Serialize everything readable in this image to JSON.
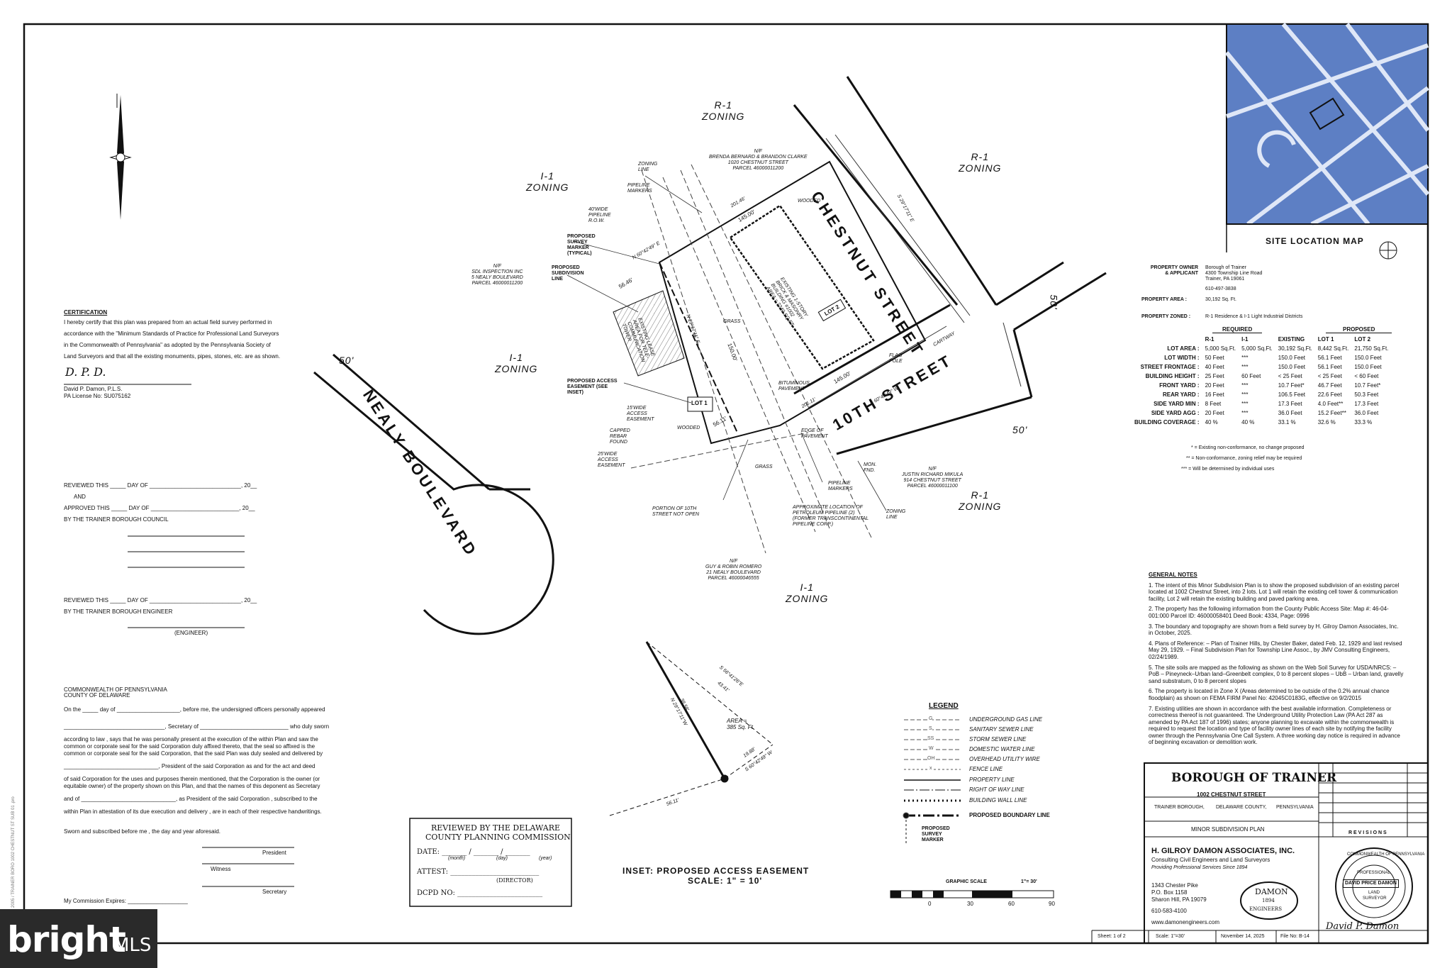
{
  "zoning": {
    "r1_top": "R-1\nZONING",
    "r1_top_a": "R-1",
    "r1_top_b": "ZONING",
    "i1_left_a": "I-1",
    "i1_left_b": "ZONING",
    "i1_mid_a": "I-1",
    "i1_mid_b": "ZONING",
    "r1_right_a": "R-1",
    "r1_right_b": "ZONING",
    "r1_lower_a": "R-1",
    "r1_lower_b": "ZONING",
    "i1_bottom_a": "I-1",
    "i1_bottom_b": "ZONING"
  },
  "streets": {
    "chestnut": "CHESTNUT  STREET",
    "tenth": "10TH  STREET",
    "nealy": "NEALY BOULEVARD",
    "width_left": "50'",
    "width_right_top": "50'",
    "width_right_bottom": "50'"
  },
  "plan_labels": {
    "lot1": "LOT 1",
    "lot2": "LOT 2",
    "building": "EXISTING 1-STORY\nBRICK & MASONRY\nBUILDING #1002\nAREA = 7240 SQ.FT.",
    "dim_201": "201.46'",
    "dim_145a": "145.00'",
    "dim_145b": "145.00'",
    "dim_201b": "201.11'",
    "dim_56a": "56.46'",
    "dim_56b": "56.11'",
    "dim_150": "150.00'",
    "bearing_chestnut": "S 29°17'11\" E",
    "bearing_tenth": "S 60°42'49\" W",
    "bearing_mid": "N 29°17'11\" E",
    "bearing_top": "N 60°42'49\" E",
    "grass": "GRASS",
    "wooded": "WOODED",
    "bitum": "BITUMINOUS\nPAVEMENT",
    "flag": "FLAG\nPOLE",
    "cartway": "CARTWAY",
    "mon": "MON.\nFND.",
    "easement_lease": "EXISTING LEASE\nAREA FOR TELE-\nCOMMUNICATION\nTOWER",
    "note_zoning_line": "ZONING\nLINE",
    "note_pipeline_markers": "PIPELINE\nMARKERS",
    "note_40_pipeline": "40'WIDE\nPIPELINE\nR.O.W.",
    "note_survey_marker": "PROPOSED\nSURVEY\nMARKER\n(TYPICAL)",
    "note_subdivision_line": "PROPOSED\nSUBDIVISION\nLINE",
    "note_access_easement": "PROPOSED ACCESS\nEASEMENT (SEE\nINSET)",
    "note_15_access": "15'WIDE\nACCESS\nEASEMENT",
    "note_capped_rebar": "CAPPED\nREBAR\nFOUND",
    "note_25_access": "25'WIDE\nACCESS\nEASEMENT",
    "note_portion_10th": "PORTION OF 10TH\nSTREET NOT OPEN",
    "note_edge_pavement": "EDGE OF\nPAVEMENT",
    "note_pipeline_markers2": "PIPELINE\nMARKERS",
    "note_approx_pipeline": "APPROXIMATE LOCATION OF\nPETROLEUM PIPELINE (2)\n(FORMER TRANSCONTINENTAL\nPIPELINE CORP.)",
    "note_zoning_line2": "ZONING\nLINE",
    "nf_top": "N/F\nBRENDA BERNARD & BRANDON CLARKE\n1020 CHESTNUT STREET\nPARCEL 46000011200",
    "nf_left": "N/F\nSDL INSPECTION INC\n5 NEALY BOULEVARD\nPARCEL 46000011200",
    "nf_right": "N/F\nJUSTIN RICHARD MIKULA\n914 CHESTNUT STREET\nPARCEL 46000011100",
    "nf_bottom": "N/F\nGUY & ROBIN ROMERO\n21 NEALY BOULEVARD\nPARCEL 46000046555"
  },
  "inset": {
    "title": "INSET:  PROPOSED ACCESS EASEMENT",
    "scale": "SCALE:  1\" = 10'",
    "area": "AREA =\n385 Sq. Ft.",
    "b1": "S 56°41'26\"E",
    "d1": "43.41'",
    "b2": "S 60°42'49\" W",
    "d2": "19.88'",
    "b3": "N 29°17'11\"W",
    "d3": "38.58'",
    "d4": "56.11'"
  },
  "certification": {
    "title": "CERTIFICATION",
    "lines": [
      "I hereby certify that this plan was prepared from an actual field survey performed in",
      "accordance with the \"Minimum Standards of Practice for Professional Land Surveyors",
      "in the Commonwealth of Pennsylvania\" as adopted by the Pennsylvania Society of",
      "Land Surveyors and that all the existing monuments, pipes, stones, etc. are as shown."
    ],
    "signer": "David P. Damon, P.L.S.",
    "license": "PA License No: SU075162"
  },
  "review": {
    "l1": "REVIEWED THIS _____ DAY OF _____________________________, 20__",
    "l2": "AND",
    "l3": "APPROVED THIS _____ DAY OF ____________________________, 20__",
    "l4": "BY THE TRAINER BOROUGH COUNCIL",
    "l5": "REVIEWED THIS _____ DAY OF _____________________________, 20__",
    "l6": "BY THE TRAINER BOROUGH ENGINEER",
    "engineer": "(ENGINEER)"
  },
  "notary": {
    "l1": "COMMONWEALTH OF PENNSYLVANIA",
    "l2": "COUNTY OF DELAWARE",
    "p1": "On the _____ day of ____________________, before me, the undersigned officers personally appeared",
    "p2": "________________________________, Secretary of ____________________________ who duly sworn",
    "p3": "according to law , says that he was personally present at the execution of the within Plan and saw the",
    "p4": "common or corporate seal for the said Corporation duly affixed thereto, that the seal so affixed is the",
    "p5": "common or corporate seal for the said Corporation, that the said Plan was duly sealed and delivered by",
    "p6": "______________________________, President of the said Corporation as and for the act and deed",
    "p7": "of said Corporation for the uses and purposes therein mentioned, that the Corporation is the owner (or",
    "p8": "equitable owner) of the property shown on this Plan, and that the names of this deponent as Secretary",
    "p9": "and of ______________________________, as President of the said Corporation , subscribed to the",
    "p10": "within Plan in attestation of its due execution and delivery , are in each of their respective handwritings.",
    "p11": "Sworn and subscribed before me , the day and year aforesaid.",
    "president": "President",
    "witness": "Witness",
    "secretary": "Secretary",
    "expires": "My Commission Expires: ___________________"
  },
  "dcpc": {
    "title1": "REVIEWED BY THE DELAWARE",
    "title2": "COUNTY PLANNING COMMISSION",
    "date": "DATE:  _______  /  _______  /  _______",
    "month": "(month)",
    "day": "(day)",
    "year": "(year)",
    "attest": "ATTEST:  _________________________",
    "director": "(DIRECTOR)",
    "dcpd": "DCPD NO:  ________________________"
  },
  "site_map": {
    "title": "SITE LOCATION MAP"
  },
  "property": {
    "owner_label": "PROPERTY OWNER\n& APPLICANT",
    "owner_lines": [
      "Borough of Trainer",
      "4300 Township Line Road",
      "Trainer, PA 19061",
      "",
      "610-497-3838"
    ],
    "area_label": "PROPERTY AREA :",
    "area_value": "30,192 Sq. Ft.",
    "zoned_label": "PROPERTY ZONED :",
    "zoned_value": "R-1 Residence & I-1 Light Industrial Districts"
  },
  "requirements": {
    "head_required": "REQUIRED",
    "head_proposed": "PROPOSED",
    "cols": [
      "R-1",
      "I-1",
      "EXISTING",
      "LOT 1",
      "LOT 2"
    ],
    "rows": [
      {
        "label": "LOT AREA :",
        "v": [
          "5,000 Sq.Ft.",
          "5,000 Sq.Ft.",
          "30,192 Sq.Ft.",
          "8,442 Sq.Ft.",
          "21,750 Sq.Ft."
        ]
      },
      {
        "label": "LOT WIDTH :",
        "v": [
          "50 Feet",
          "***",
          "150.0 Feet",
          "56.1 Feet",
          "150.0 Feet"
        ]
      },
      {
        "label": "STREET FRONTAGE :",
        "v": [
          "40 Feet",
          "***",
          "150.0 Feet",
          "56.1 Feet",
          "150.0 Feet"
        ]
      },
      {
        "label": "BUILDING HEIGHT :",
        "v": [
          "25 Feet",
          "60 Feet",
          "< 25 Feet",
          "< 25 Feet",
          "< 60 Feet"
        ]
      },
      {
        "label": "FRONT YARD :",
        "v": [
          "20 Feet",
          "***",
          "10.7 Feet*",
          "46.7 Feet",
          "10.7 Feet*"
        ]
      },
      {
        "label": "REAR YARD :",
        "v": [
          "16 Feet",
          "***",
          "106.5 Feet",
          "22.6 Feet",
          "50.3 Feet"
        ]
      },
      {
        "label": "SIDE YARD MIN :",
        "v": [
          "8 Feet",
          "***",
          "17.3 Feet",
          "4.0 Feet**",
          "17.3 Feet"
        ]
      },
      {
        "label": "SIDE YARD AGG :",
        "v": [
          "20 Feet",
          "***",
          "36.0 Feet",
          "15.2 Feet**",
          "36.0 Feet"
        ]
      },
      {
        "label": "BUILDING COVERAGE :",
        "v": [
          "40 %",
          "40 %",
          "33.1 %",
          "32.6 %",
          "33.3 %"
        ]
      }
    ],
    "notes": [
      "* = Existing non-conformance, no change proposed",
      "** = Non-conformance, zoning relief may be required",
      "*** = Will be determined by individual uses"
    ]
  },
  "general_notes": {
    "title": "GENERAL NOTES",
    "items": [
      "1. The intent of this Minor Subdivision Plan is to show the proposed subdivision of an existing parcel located at 1002 Chestnut Street, into 2 lots. Lot 1 will retain the existing cell tower & communication facility, Lot 2 will retain the existing building and paved parking area.",
      "2. The property has the following information from the County Public Access Site: Map #: 46-04-001:000 Parcel ID: 46000058401 Deed Book: 4334, Page: 0996",
      "3. The boundary and topography are shown from a field survey by H. Gilroy Damon Associates, Inc. in October, 2025.",
      "4. Plans of Reference: – Plan of Trainer Hills, by Chester Baker, dated Feb. 12, 1929 and last revised May 29, 1929. – Final Subdivision Plan for Township Line Assoc., by JMV Consulting Engineers, 02/24/1989.",
      "5. The site soils are mapped as the following as shown on the Web Soil Survey for USDA/NRCS: – PoB – Pineyneck–Urban land–Greenbelt complex, 0 to 8 percent slopes – UbB – Urban land, gravelly sand substratum, 0 to 8 percent slopes",
      "6. The property is located in Zone X (Areas determined to be outside of the 0.2% annual chance floodplain) as shown on FEMA FIRM Panel No: 42045C0183G, effective on 9/2/2015",
      "7. Existing utilities are shown in accordance with the best available information. Completeness or correctness thereof is not guaranteed. The Underground Utility Protection Law (PA Act 287 as amended by PA Act 187 of 1996) states; anyone planning to excavate within the commonwealth is required to request the location and type of facility owner lines of each site by notifying the facility owner through the Pennsylvania One Call System. A three working day notice is required in advance of beginning excavation or demolition work."
    ]
  },
  "legend": {
    "title": "LEGEND",
    "items": [
      {
        "code": "G",
        "label": "UNDERGROUND GAS LINE"
      },
      {
        "code": "S",
        "label": "SANITARY SEWER LINE"
      },
      {
        "code": "SS",
        "label": "STORM SEWER LINE"
      },
      {
        "code": "W",
        "label": "DOMESTIC WATER LINE"
      },
      {
        "code": "OH",
        "label": "OVERHEAD UTILITY WIRE"
      },
      {
        "code": "x",
        "label": "FENCE LINE"
      },
      {
        "code": "",
        "label": "PROPERTY LINE"
      },
      {
        "code": "",
        "label": "RIGHT OF WAY LINE"
      },
      {
        "code": "",
        "label": "BUILDING WALL LINE"
      }
    ],
    "proposed_boundary": "PROPOSED BOUNDARY LINE",
    "proposed_marker": "PROPOSED\nSURVEY\nMARKER"
  },
  "graphic_scale": {
    "title": "GRAPHIC SCALE",
    "ratio": "1\"= 30'",
    "ticks": [
      "0",
      "30",
      "60",
      "90"
    ]
  },
  "title_block": {
    "borough": "BOROUGH OF TRAINER",
    "address": "1002 CHESTNUT STREET",
    "place_1": "TRAINER BOROUGH,",
    "place_2": "DELAWARE COUNTY,",
    "place_3": "PENNSYLVANIA",
    "plan_type": "MINOR SUBDIVISION PLAN",
    "revisions": "R E V I S I O N S",
    "firm": "H. GILROY DAMON ASSOCIATES, INC.",
    "firm_sub": "Consulting Civil Engineers and Land Surveyors",
    "firm_tag": "Providing Professional Services Since 1894",
    "addr1": "1343 Chester Pike",
    "addr2": "P.O. Box 1158",
    "addr3": "Sharon Hill, PA 19079",
    "phone": "610-583-4100",
    "web": "www.damonengineers.com",
    "logo_top": "DAMON",
    "logo_year": "1894",
    "logo_bottom": "ENGINEERS",
    "seal_name": "DAVID PRICE DAMON",
    "seal_top": "COMMONWEALTH OF PENNSYLVANIA",
    "seal_mid": "PROFESSIONAL",
    "seal_land": "LAND",
    "seal_surveyor": "SURVEYOR",
    "sheet": "Sheet:  1 of 2",
    "scale": "Scale:  1\"=30'",
    "date": "November 14, 2025",
    "file": "File No:  B-14"
  },
  "side_stamp": "2005 / TRAINER BORO 1002 CHESTNUT ST SUB 01 .pro",
  "watermark": {
    "brand": "bright",
    "mls": "MLS"
  },
  "north": "N"
}
